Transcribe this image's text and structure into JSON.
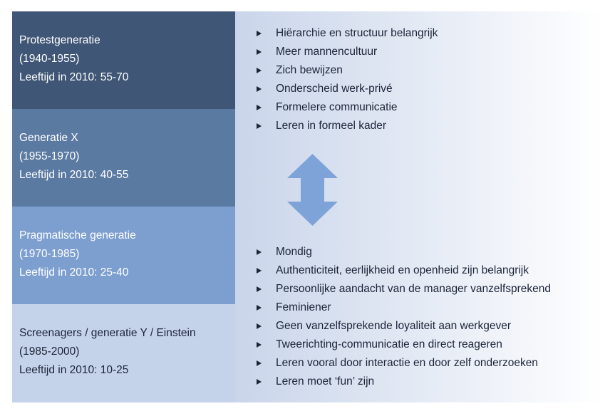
{
  "generations": [
    {
      "name": "Protestgeneratie",
      "years": "(1940-1955)",
      "age": "Leeftijd in 2010: 55-70",
      "color": "#3f5676",
      "text_color": "#ffffff"
    },
    {
      "name": "Generatie X",
      "years": "(1955-1970)",
      "age": "Leeftijd in 2010: 40-55",
      "color": "#5b7aa2",
      "text_color": "#ffffff"
    },
    {
      "name": "Pragmatische generatie",
      "years": "(1970-1985)",
      "age": "Leeftijd in 2010: 25-40",
      "color": "#7d9fd0",
      "text_color": "#ffffff"
    },
    {
      "name": "Screenagers / generatie Y / Einstein",
      "years": "(1985-2000)",
      "age": "Leeftijd in 2010: 10-25",
      "color": "#c5d3ea",
      "text_color": "#1c2438"
    }
  ],
  "traits_older": [
    "Hiërarchie en structuur belangrijk",
    "Meer mannencultuur",
    "Zich bewijzen",
    "Onderscheid werk-privé",
    "Formelere communicatie",
    "Leren in formeel kader"
  ],
  "traits_younger": [
    "Mondig",
    "Authenticiteit, eerlijkheid en openheid zijn belangrijk",
    "Persoonlijke aandacht van de manager vanzelfsprekend",
    "Feminiener",
    "Geen vanzelfsprekende loyaliteit aan werkgever",
    "Tweerichting-communicatie en direct reageren",
    "Leren vooral door interactie en door zelf onderzoeken",
    "Leren moet ‘fun’ zijn"
  ],
  "colors": {
    "panel_gradient_start": "#c9d5ea",
    "panel_gradient_end": "#ffffff",
    "arrow_fill": "#7ea3d8",
    "text_dark": "#1c2438"
  }
}
